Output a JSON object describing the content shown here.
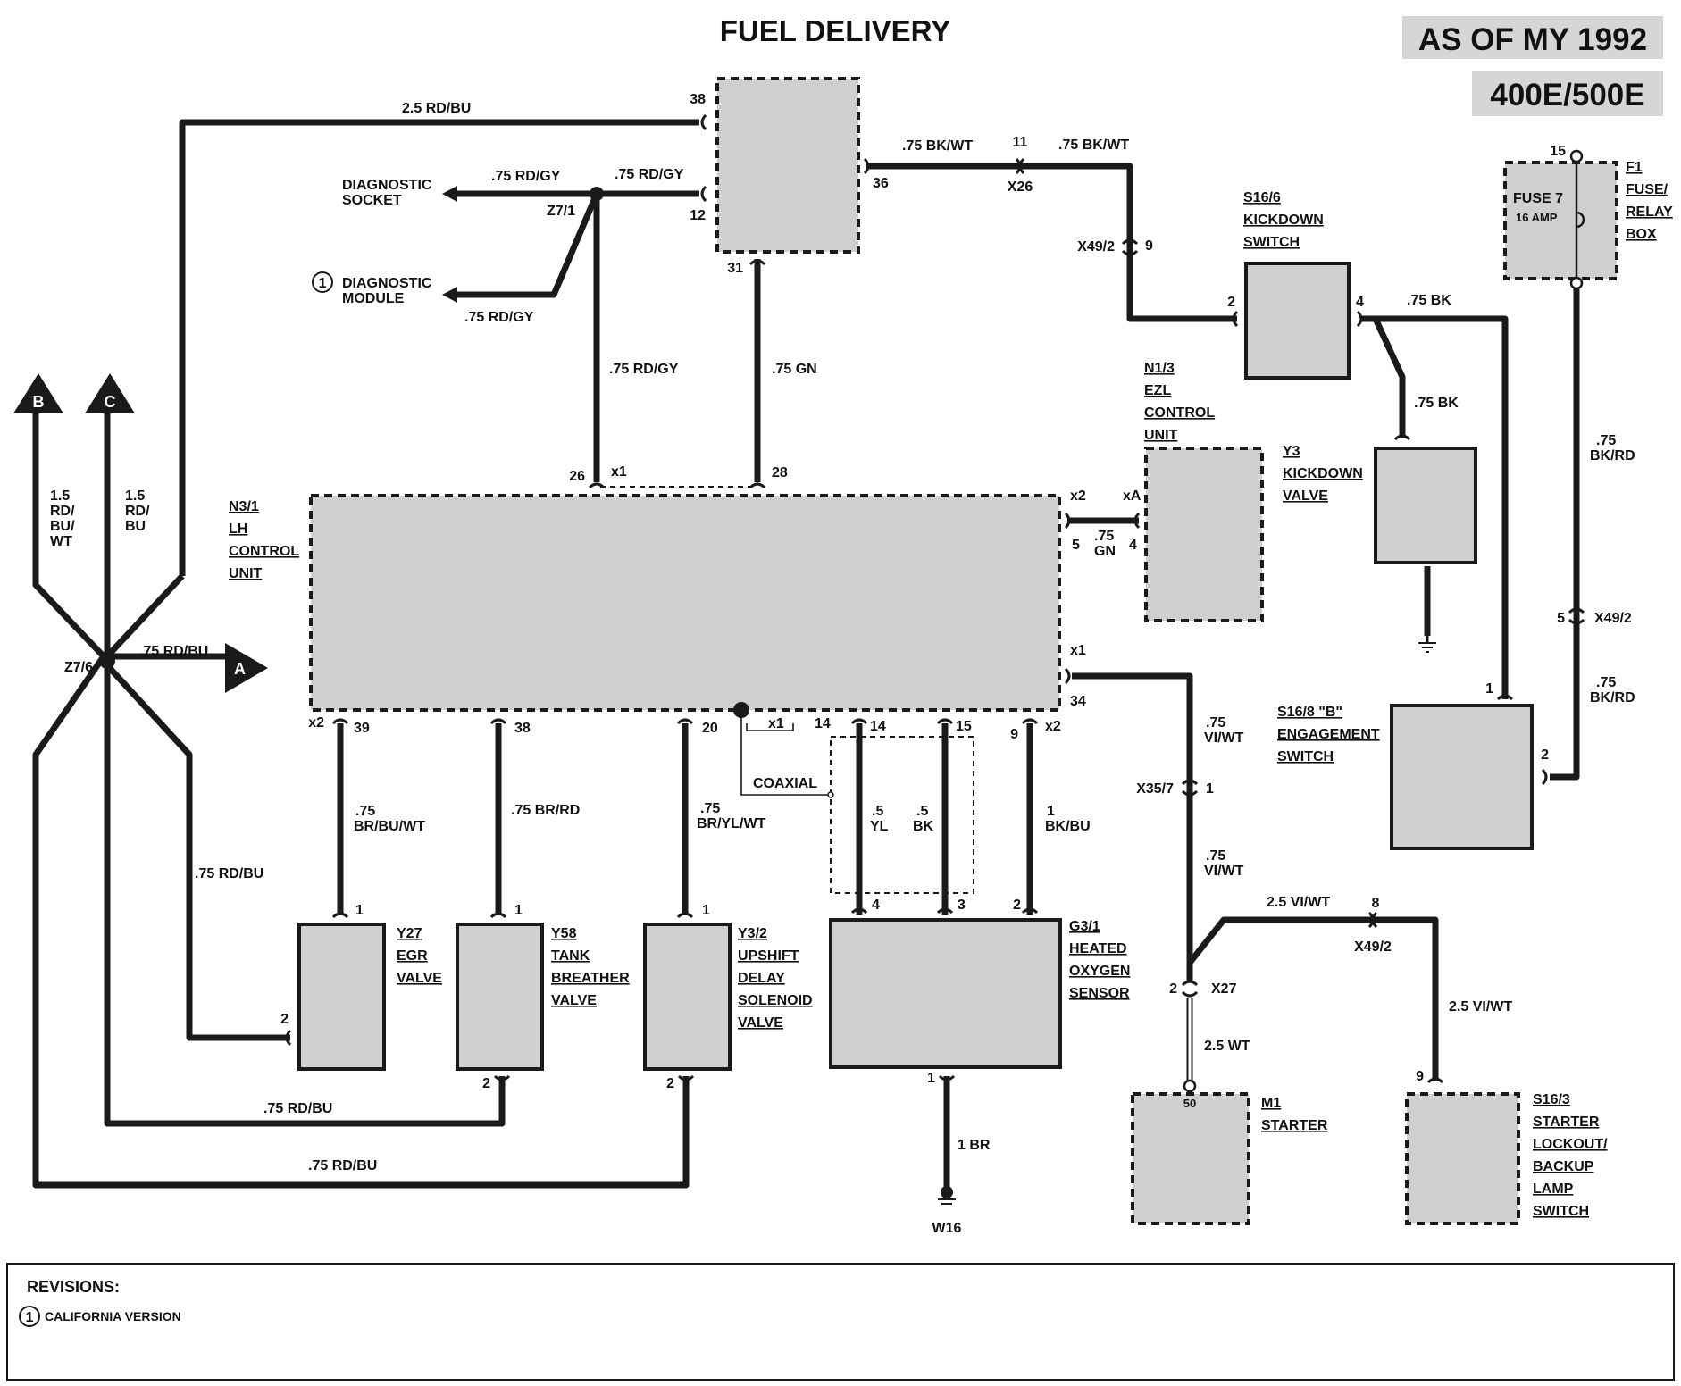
{
  "title": "FUEL DELIVERY",
  "badges": {
    "model_year": "AS OF MY 1992",
    "models": "400E/500E"
  },
  "components": {
    "top_module": {
      "pins": [
        "38",
        "12",
        "36",
        "31"
      ]
    },
    "n3_1": {
      "id": "N3/1",
      "lines": [
        "LH",
        "CONTROL",
        "UNIT"
      ]
    },
    "n1_3": {
      "id": "N1/3",
      "lines": [
        "EZL",
        "CONTROL",
        "UNIT"
      ]
    },
    "s16_6": {
      "id": "S16/6",
      "lines": [
        "KICKDOWN",
        "SWITCH"
      ]
    },
    "y3": {
      "id": "Y3",
      "lines": [
        "KICKDOWN",
        "VALVE"
      ]
    },
    "f1": {
      "id": "F1",
      "lines": [
        "FUSE/",
        "RELAY",
        "BOX"
      ],
      "fuse_label": "FUSE 7",
      "fuse_rating": "16 AMP"
    },
    "s16_8": {
      "id": "S16/8 \"B\"",
      "lines": [
        "ENGAGEMENT",
        "SWITCH"
      ]
    },
    "y27": {
      "id": "Y27",
      "lines": [
        "EGR",
        "VALVE"
      ]
    },
    "y58": {
      "id": "Y58",
      "lines": [
        "TANK",
        "BREATHER",
        "VALVE"
      ]
    },
    "y3_2": {
      "id": "Y3/2",
      "lines": [
        "UPSHIFT",
        "DELAY",
        "SOLENOID",
        "VALVE"
      ]
    },
    "g3_1": {
      "id": "G3/1",
      "lines": [
        "HEATED",
        "OXYGEN",
        "SENSOR"
      ]
    },
    "m1": {
      "id": "M1",
      "lines": [
        "STARTER"
      ]
    },
    "s16_3": {
      "id": "S16/3",
      "lines": [
        "STARTER",
        "LOCKOUT/",
        "BACKUP",
        "LAMP",
        "SWITCH"
      ]
    }
  },
  "destinations": {
    "diag_socket": [
      "DIAGNOSTIC",
      "SOCKET"
    ],
    "diag_module": [
      "DIAGNOSTIC",
      "MODULE"
    ],
    "diag_module_note": "1",
    "arrow_a": "A",
    "arrow_b": "B",
    "arrow_c": "C",
    "ground_w16": "W16"
  },
  "splices": {
    "z7_1": "Z7/1",
    "z7_6": "Z7/6",
    "coaxial": "COAXIAL"
  },
  "connectors": {
    "x26": "X26",
    "x49_2_a": "X49/2",
    "x49_2_b": "X49/2",
    "x49_2_c": "X49/2",
    "x35_7": "X35/7",
    "x27": "X27"
  },
  "wires": {
    "top_rdbu": "2.5 RD/BU",
    "rdgy_a": ".75 RD/GY",
    "rdgy_b": ".75 RD/GY",
    "rdgy_c": ".75 RD/GY",
    "rdgy_vert": ".75 RD/GY",
    "gn_vert": ".75 GN",
    "bkwt_a": ".75 BK/WT",
    "bkwt_b": ".75 BK/WT",
    "bk_a": ".75 BK",
    "bk_b": ".75 BK",
    "bkrd_a": [
      ".75",
      "BK/RD"
    ],
    "bkrd_b": [
      ".75",
      "BK/RD"
    ],
    "gn_short": [
      ".75",
      "GN"
    ],
    "b_wire": [
      "1.5",
      "RD/",
      "BU/",
      "WT"
    ],
    "c_wire": [
      "1.5",
      "RD/",
      "BU"
    ],
    "rdbu_a": ".75 RD/BU",
    "rdbu_b": ".75 RD/BU",
    "rdbu_c": ".75 RD/BU",
    "rdbu_d": ".75 RD/BU",
    "brbuwt": [
      ".75",
      "BR/BU/WT"
    ],
    "brrd": ".75 BR/RD",
    "bryl": [
      ".75",
      "BR/YL/WT"
    ],
    "yl": [
      ".5",
      "YL"
    ],
    "bk5": [
      ".5",
      "BK"
    ],
    "bkbu": [
      "1",
      "BK/BU"
    ],
    "viwt_a": [
      ".75",
      "VI/WT"
    ],
    "viwt_b": [
      ".75",
      "VI/WT"
    ],
    "viwt25_a": "2.5 VI/WT",
    "viwt25_b": "2.5 VI/WT",
    "wt25": "2.5 WT",
    "br1": "1 BR"
  },
  "pins": {
    "p38": "38",
    "p12": "12",
    "p36": "36",
    "p31": "31",
    "p11": "11",
    "p9a": "9",
    "p2_s166": "2",
    "p4_s166": "4",
    "p15": "15",
    "p5": "5",
    "p1_s168": "1",
    "p2_s168": "2",
    "p26": "26",
    "p28": "28",
    "x1a": "x1",
    "x2a": "x2",
    "xA": "xA",
    "p5b": "5",
    "p4b": "4",
    "x1b": "x1",
    "p34": "34",
    "x2b": "x2",
    "p39": "39",
    "p38b": "38",
    "p20": "20",
    "x1c": "x1",
    "p14": "14",
    "p14b": "14",
    "p15b": "15",
    "p9b": "9",
    "x2c": "x2",
    "p1_y27": "1",
    "p2_y27": "2",
    "p1_y58": "1",
    "p2_y58": "2",
    "p1_y32": "1",
    "p2_y32": "2",
    "p4_g31": "4",
    "p3_g31": "3",
    "p2_g31": "2",
    "p1_g31": "1",
    "p1_x357": "1",
    "p8": "8",
    "p2_x27": "2",
    "p50": "50",
    "p9c": "9"
  },
  "revisions": {
    "heading": "REVISIONS:",
    "note_number": "1",
    "note_text": "CALIFORNIA VERSION"
  }
}
